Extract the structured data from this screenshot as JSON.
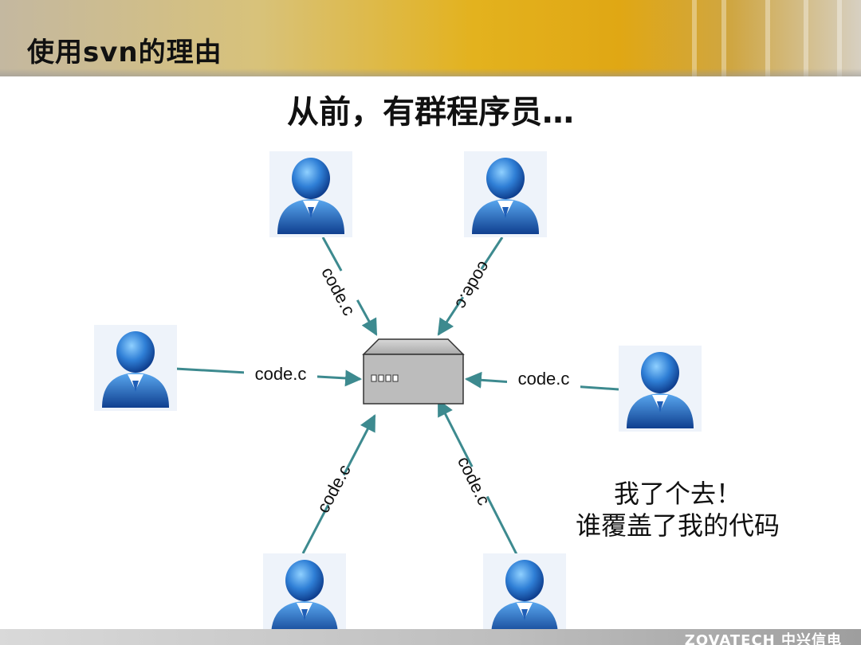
{
  "slide": {
    "title": "使用svn的理由",
    "headline": "从前，有群程序员…"
  },
  "diagram": {
    "connection_label": "code.c",
    "server_icon": "server-icon",
    "user_icon": "user-icon",
    "arrow_color": "#3d8a8f",
    "users": [
      {
        "name": "user-top-left"
      },
      {
        "name": "user-top-right"
      },
      {
        "name": "user-left"
      },
      {
        "name": "user-right"
      },
      {
        "name": "user-bottom-left"
      },
      {
        "name": "user-bottom-right"
      }
    ]
  },
  "exclamation": {
    "line1": "我了个去！",
    "line2": "谁覆盖了我的代码"
  },
  "footer": {
    "logo_text": "ZOVATECH 中兴信电"
  }
}
